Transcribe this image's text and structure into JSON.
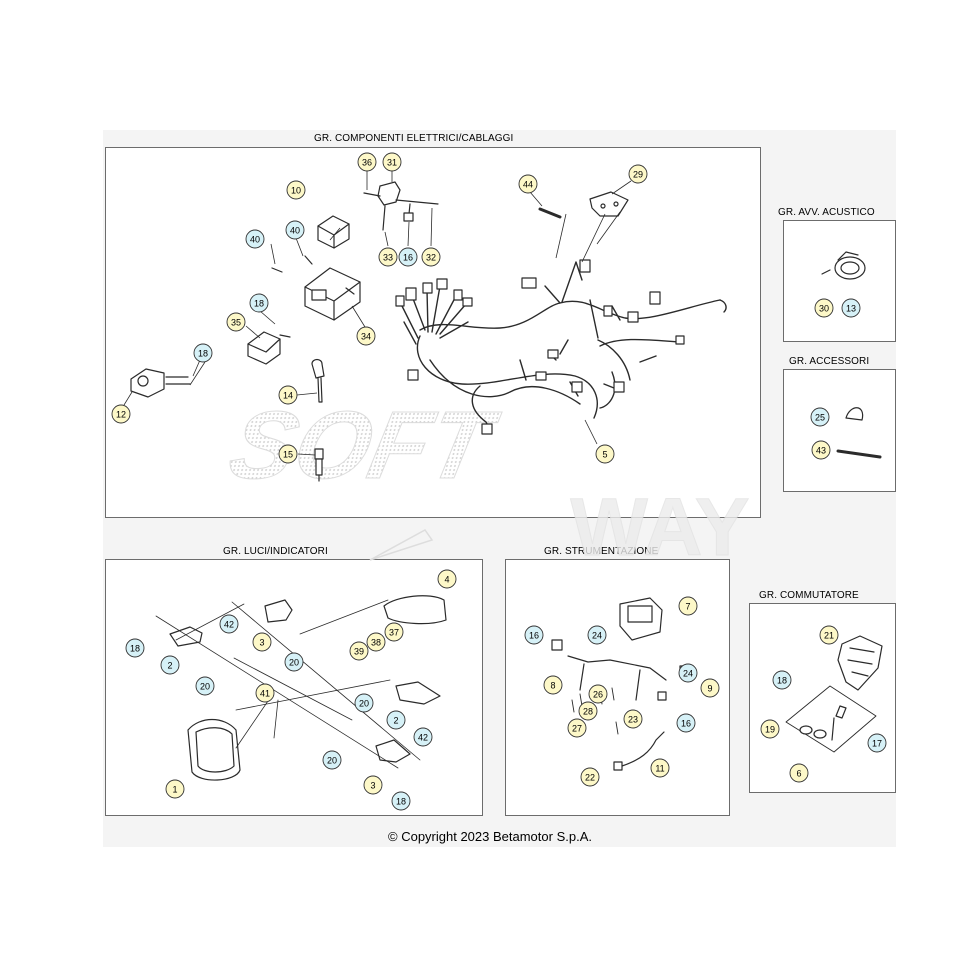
{
  "colors": {
    "callout_yellow": "#fdf8c8",
    "callout_blue": "#d6f1f7",
    "line": "#2b2b2b",
    "watermark": "#e2e2e2"
  },
  "groups": {
    "components": "GR. COMPONENTI ELETTRICI/CABLAGGI",
    "horn": "GR. AVV. ACUSTICO",
    "accessories": "GR. ACCESSORI",
    "lights": "GR. LUCI/INDICATORI",
    "instruments": "GR. STRUMENTAZIONE",
    "switch": "GR. COMMUTATORE"
  },
  "watermark": {
    "line1": "SOFT",
    "line2": "WAY"
  },
  "copyright": "© Copyright 2023 Betamotor S.p.A.",
  "callouts": [
    {
      "n": "36",
      "c": "y"
    },
    {
      "n": "31",
      "c": "y"
    },
    {
      "n": "10",
      "c": "y"
    },
    {
      "n": "40",
      "c": "b"
    },
    {
      "n": "40",
      "c": "b"
    },
    {
      "n": "33",
      "c": "y"
    },
    {
      "n": "16",
      "c": "b"
    },
    {
      "n": "32",
      "c": "y"
    },
    {
      "n": "44",
      "c": "y"
    },
    {
      "n": "29",
      "c": "y"
    },
    {
      "n": "18",
      "c": "b"
    },
    {
      "n": "35",
      "c": "y"
    },
    {
      "n": "34",
      "c": "y"
    },
    {
      "n": "18",
      "c": "b"
    },
    {
      "n": "12",
      "c": "y"
    },
    {
      "n": "14",
      "c": "y"
    },
    {
      "n": "15",
      "c": "y"
    },
    {
      "n": "5",
      "c": "y"
    },
    {
      "n": "30",
      "c": "y"
    },
    {
      "n": "13",
      "c": "b"
    },
    {
      "n": "25",
      "c": "b"
    },
    {
      "n": "43",
      "c": "y"
    },
    {
      "n": "4",
      "c": "y"
    },
    {
      "n": "42",
      "c": "b"
    },
    {
      "n": "37",
      "c": "y"
    },
    {
      "n": "38",
      "c": "y"
    },
    {
      "n": "39",
      "c": "y"
    },
    {
      "n": "3",
      "c": "y"
    },
    {
      "n": "18",
      "c": "b"
    },
    {
      "n": "2",
      "c": "b"
    },
    {
      "n": "20",
      "c": "b"
    },
    {
      "n": "20",
      "c": "b"
    },
    {
      "n": "41",
      "c": "y"
    },
    {
      "n": "20",
      "c": "b"
    },
    {
      "n": "2",
      "c": "b"
    },
    {
      "n": "42",
      "c": "b"
    },
    {
      "n": "20",
      "c": "b"
    },
    {
      "n": "3",
      "c": "y"
    },
    {
      "n": "1",
      "c": "y"
    },
    {
      "n": "18",
      "c": "b"
    },
    {
      "n": "16",
      "c": "b"
    },
    {
      "n": "24",
      "c": "b"
    },
    {
      "n": "7",
      "c": "y"
    },
    {
      "n": "8",
      "c": "y"
    },
    {
      "n": "24",
      "c": "b"
    },
    {
      "n": "9",
      "c": "y"
    },
    {
      "n": "26",
      "c": "y"
    },
    {
      "n": "28",
      "c": "y"
    },
    {
      "n": "27",
      "c": "y"
    },
    {
      "n": "23",
      "c": "y"
    },
    {
      "n": "16",
      "c": "b"
    },
    {
      "n": "22",
      "c": "y"
    },
    {
      "n": "11",
      "c": "y"
    },
    {
      "n": "21",
      "c": "y"
    },
    {
      "n": "18",
      "c": "b"
    },
    {
      "n": "19",
      "c": "y"
    },
    {
      "n": "17",
      "c": "b"
    },
    {
      "n": "6",
      "c": "y"
    }
  ]
}
